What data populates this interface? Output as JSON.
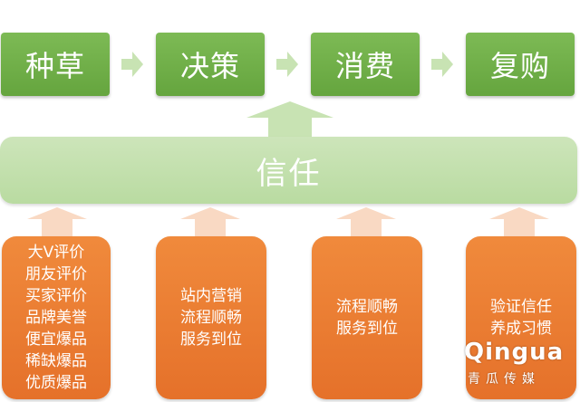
{
  "stages": [
    {
      "label": "种草"
    },
    {
      "label": "决策"
    },
    {
      "label": "消费"
    },
    {
      "label": "复购"
    }
  ],
  "foundation": {
    "label": "信任"
  },
  "pillars": [
    {
      "lines": [
        "大V评价",
        "朋友评价",
        "买家评价",
        "品牌美誉",
        "便宜爆品",
        "稀缺爆品",
        "优质爆品"
      ]
    },
    {
      "lines": [
        "站内营销",
        "流程顺畅",
        "服务到位"
      ]
    },
    {
      "lines": [
        "流程顺畅",
        "服务到位"
      ]
    },
    {
      "lines": [
        "验证信任",
        "养成习惯"
      ]
    }
  ],
  "watermark": {
    "brand": "Qingua",
    "sub": "青瓜传媒"
  },
  "colors": {
    "stage_green": "#6dab45",
    "trust_green": "#c4e1ae",
    "pillar_orange": "#ea7a31",
    "arrow_light": "#f9d9c3",
    "arrow_green_light": "#c8e3b3"
  }
}
